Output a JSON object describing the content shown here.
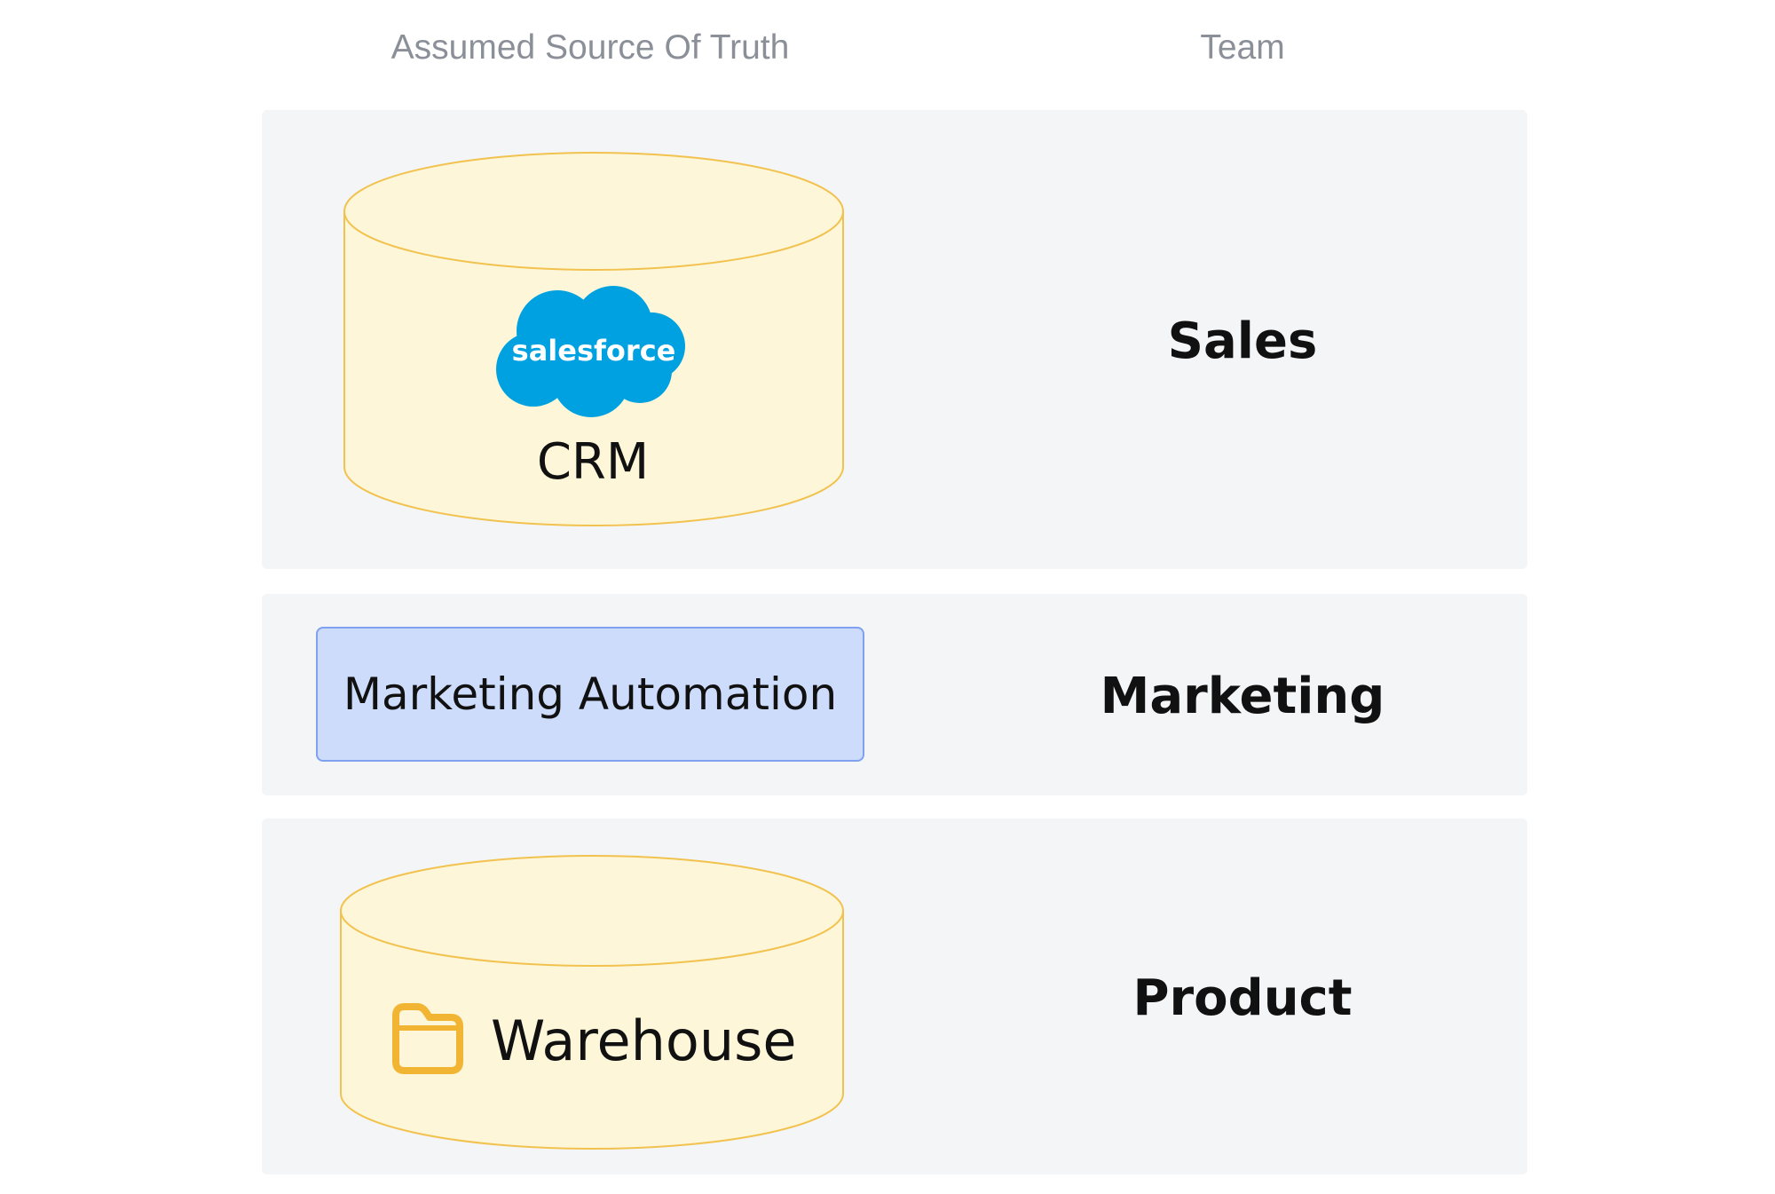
{
  "headers": {
    "source": "Assumed Source Of Truth",
    "team": "Team"
  },
  "rows": [
    {
      "source_label": "CRM",
      "source_shape": "cylinder",
      "source_icon": "salesforce-logo",
      "logo_text": "salesforce",
      "team": "Sales"
    },
    {
      "source_label": "Marketing Automation",
      "source_shape": "rectangle",
      "team": "Marketing"
    },
    {
      "source_label": "Warehouse",
      "source_shape": "cylinder",
      "source_icon": "folder-icon",
      "team": "Product"
    }
  ],
  "colors": {
    "row_background": "#f4f5f7",
    "cylinder_fill": "#fdf6d8",
    "cylinder_stroke": "#f2c24f",
    "box_fill": "#cddcfb",
    "box_stroke": "#7fa1f0",
    "salesforce_blue": "#00a1e0",
    "folder_stroke": "#f2b533",
    "header_text": "#8b9098"
  }
}
